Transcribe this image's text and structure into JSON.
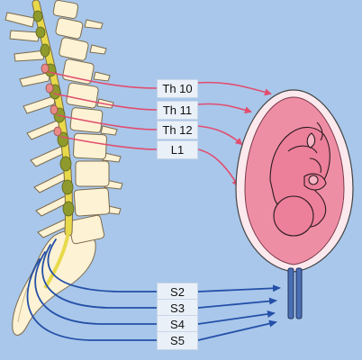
{
  "labels": {
    "th10": "Th 10",
    "th11": "Th 11",
    "th12": "Th 12",
    "l1": "L1",
    "s2": "S2",
    "s3": "S3",
    "s4": "S4",
    "s5": "S5"
  },
  "colors": {
    "background": "#a9c7ea",
    "label_box": "#e9f0f8",
    "bone": "#fdf2d4",
    "spinal_cord": "#e8d94a",
    "ganglion": "#8f9a2c",
    "thoracic_nerve": "#e14d6e",
    "sacral_nerve": "#2450a8",
    "uterus_wall": "#fce9ee",
    "uterus_fill": "#ee8ea5",
    "cervix": "#4b6fb3"
  },
  "icons": {
    "spine": "spine-illustration",
    "uterus": "pregnant-uterus-illustration"
  }
}
